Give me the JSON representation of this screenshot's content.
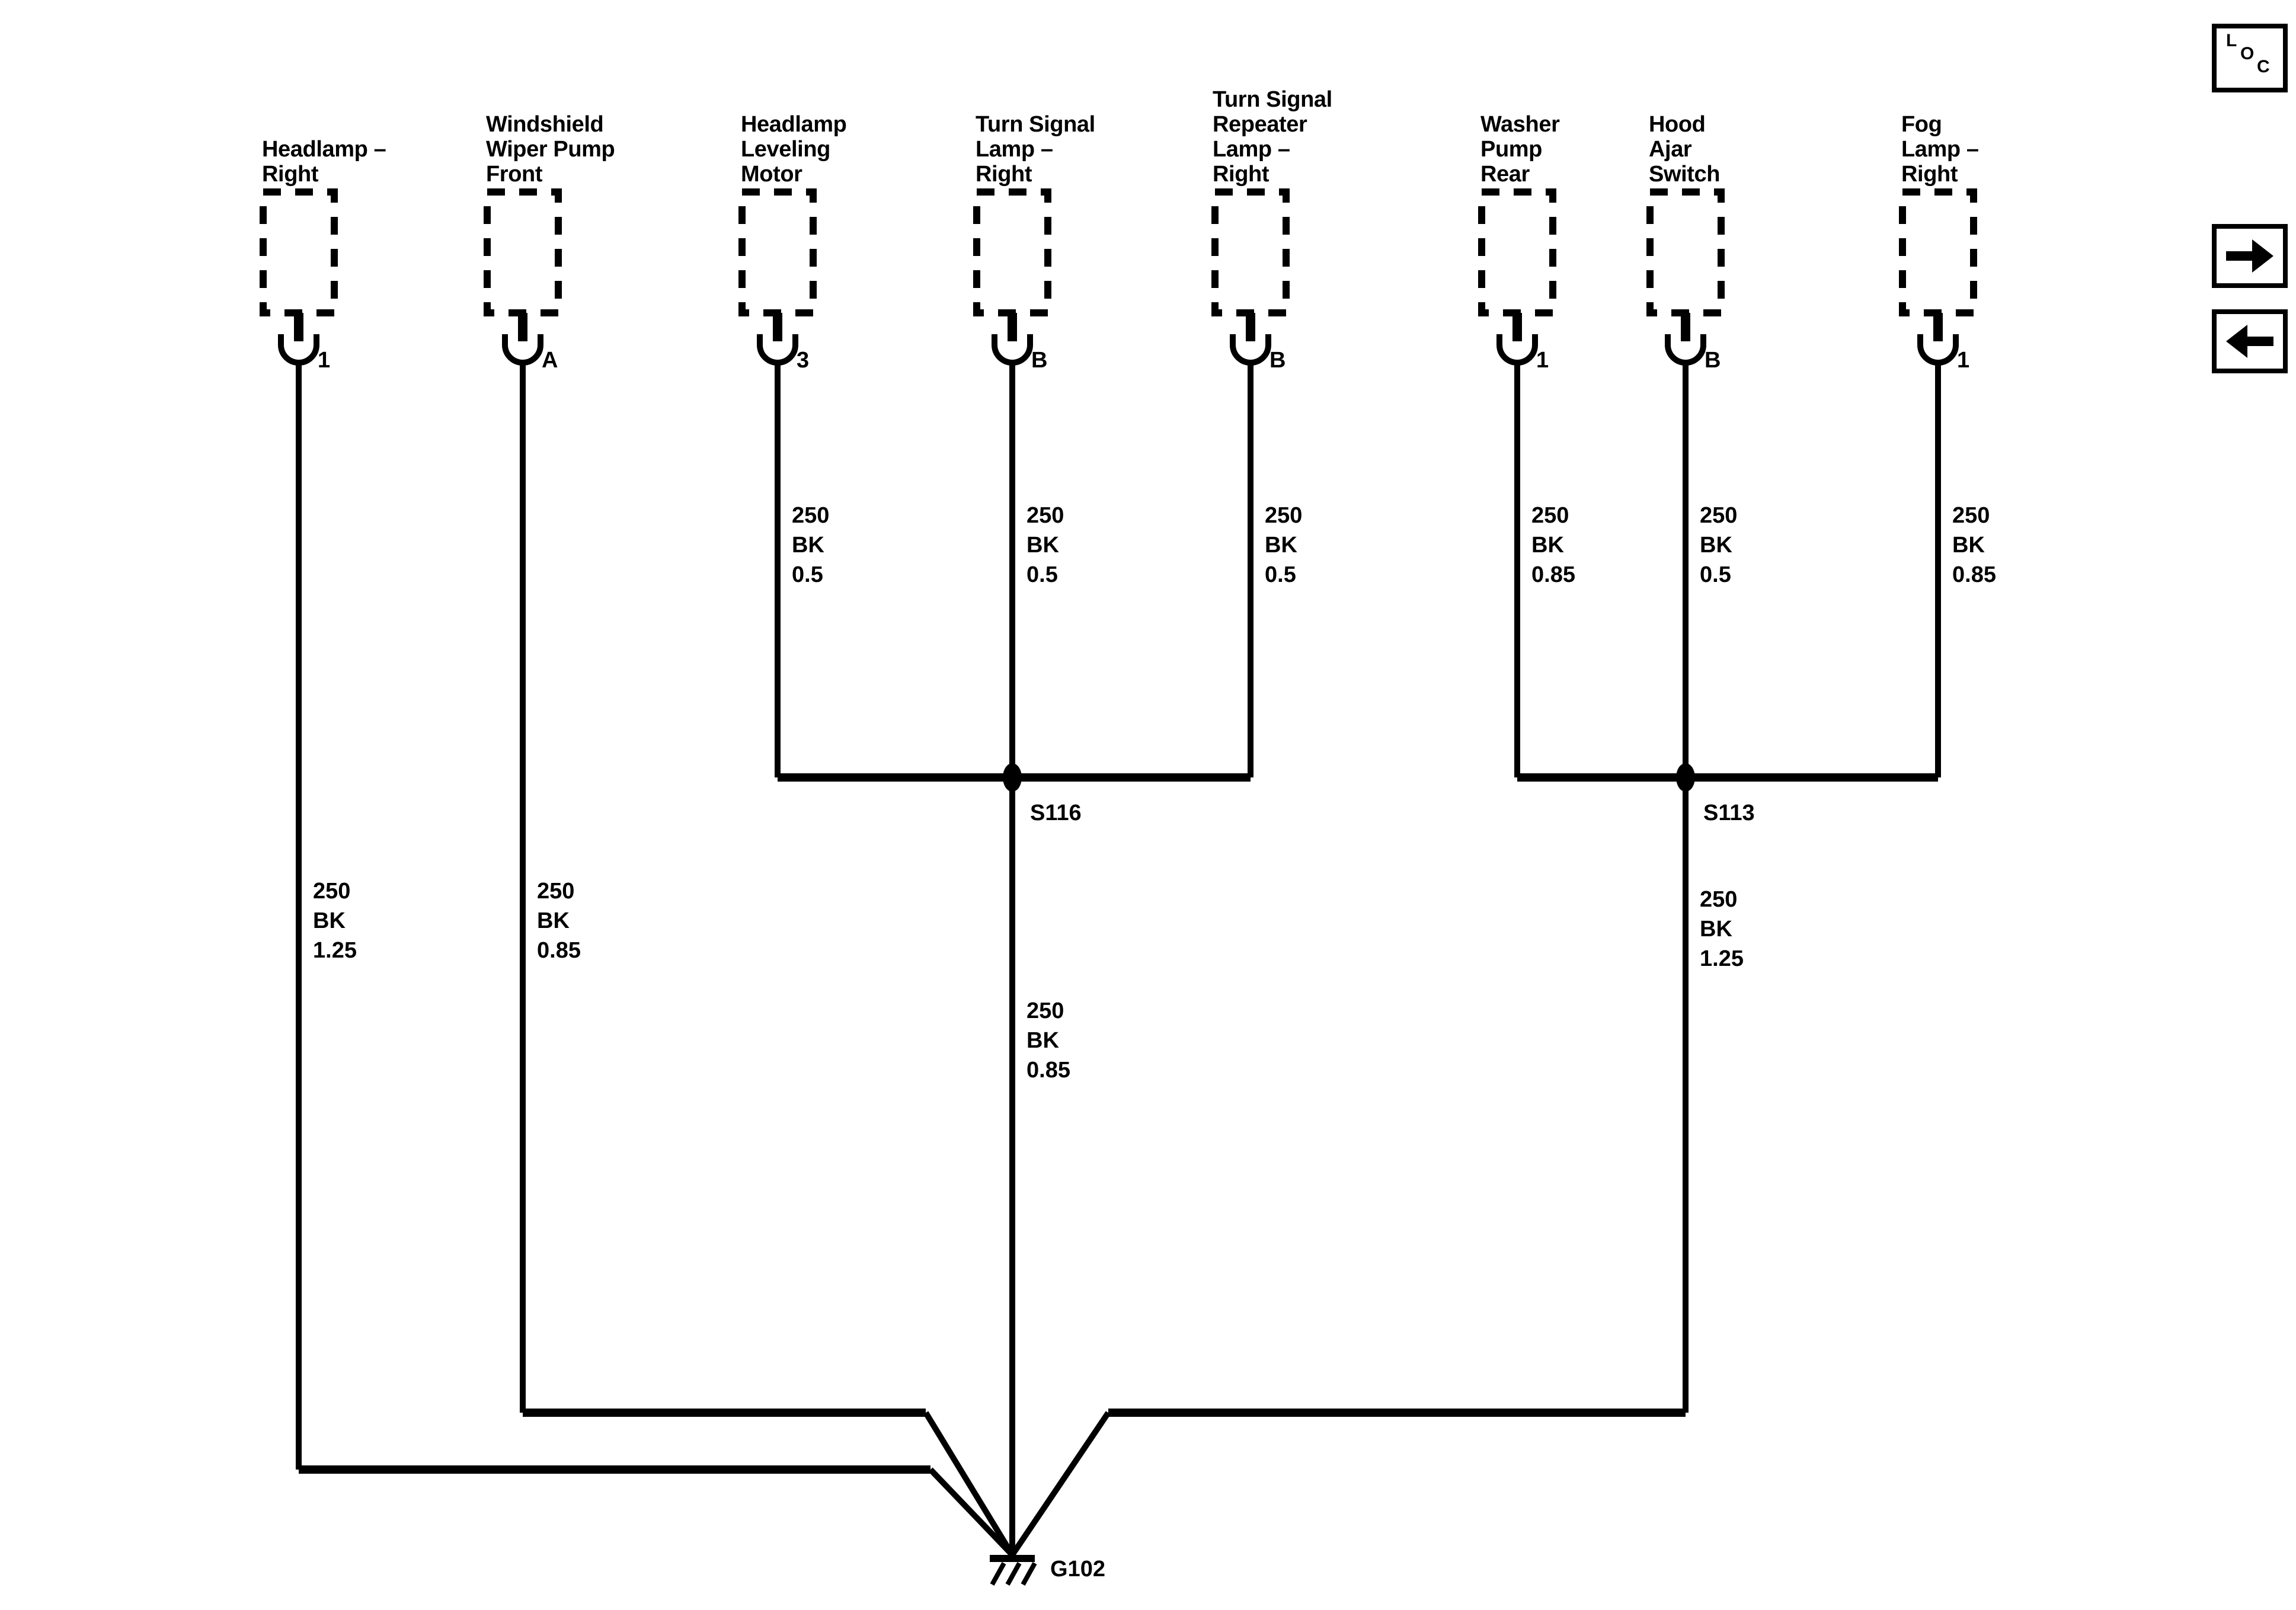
{
  "page": {
    "background": "#ffffff",
    "line_color": "#000000"
  },
  "nav": {
    "loc_l": "L",
    "loc_o": "O",
    "loc_c": "C"
  },
  "components": [
    {
      "name": "Headlamp –\nRight",
      "pin": "1",
      "wire_label": "250\nBK\n1.25"
    },
    {
      "name": "Windshield\nWiper Pump\nFront",
      "pin": "A",
      "wire_label": "250\nBK\n0.85"
    },
    {
      "name": "Headlamp\nLeveling\nMotor",
      "pin": "3",
      "wire_label": "250\nBK\n0.5"
    },
    {
      "name": "Turn Signal\nLamp –\nRight",
      "pin": "B",
      "wire_label": "250\nBK\n0.5"
    },
    {
      "name": "Turn Signal\nRepeater\nLamp –\nRight",
      "pin": "B",
      "wire_label": "250\nBK\n0.5"
    },
    {
      "name": "Washer\nPump\nRear",
      "pin": "1",
      "wire_label": "250\nBK\n0.85"
    },
    {
      "name": "Hood\nAjar\nSwitch",
      "pin": "B",
      "wire_label": "250\nBK\n0.5"
    },
    {
      "name": "Fog\nLamp –\nRight",
      "pin": "1",
      "wire_label": "250\nBK\n0.85"
    }
  ],
  "splices": [
    {
      "id": "S116",
      "wire_label": "250\nBK\n0.85"
    },
    {
      "id": "S113",
      "wire_label": "250\nBK\n1.25"
    }
  ],
  "ground": {
    "id": "G102"
  }
}
